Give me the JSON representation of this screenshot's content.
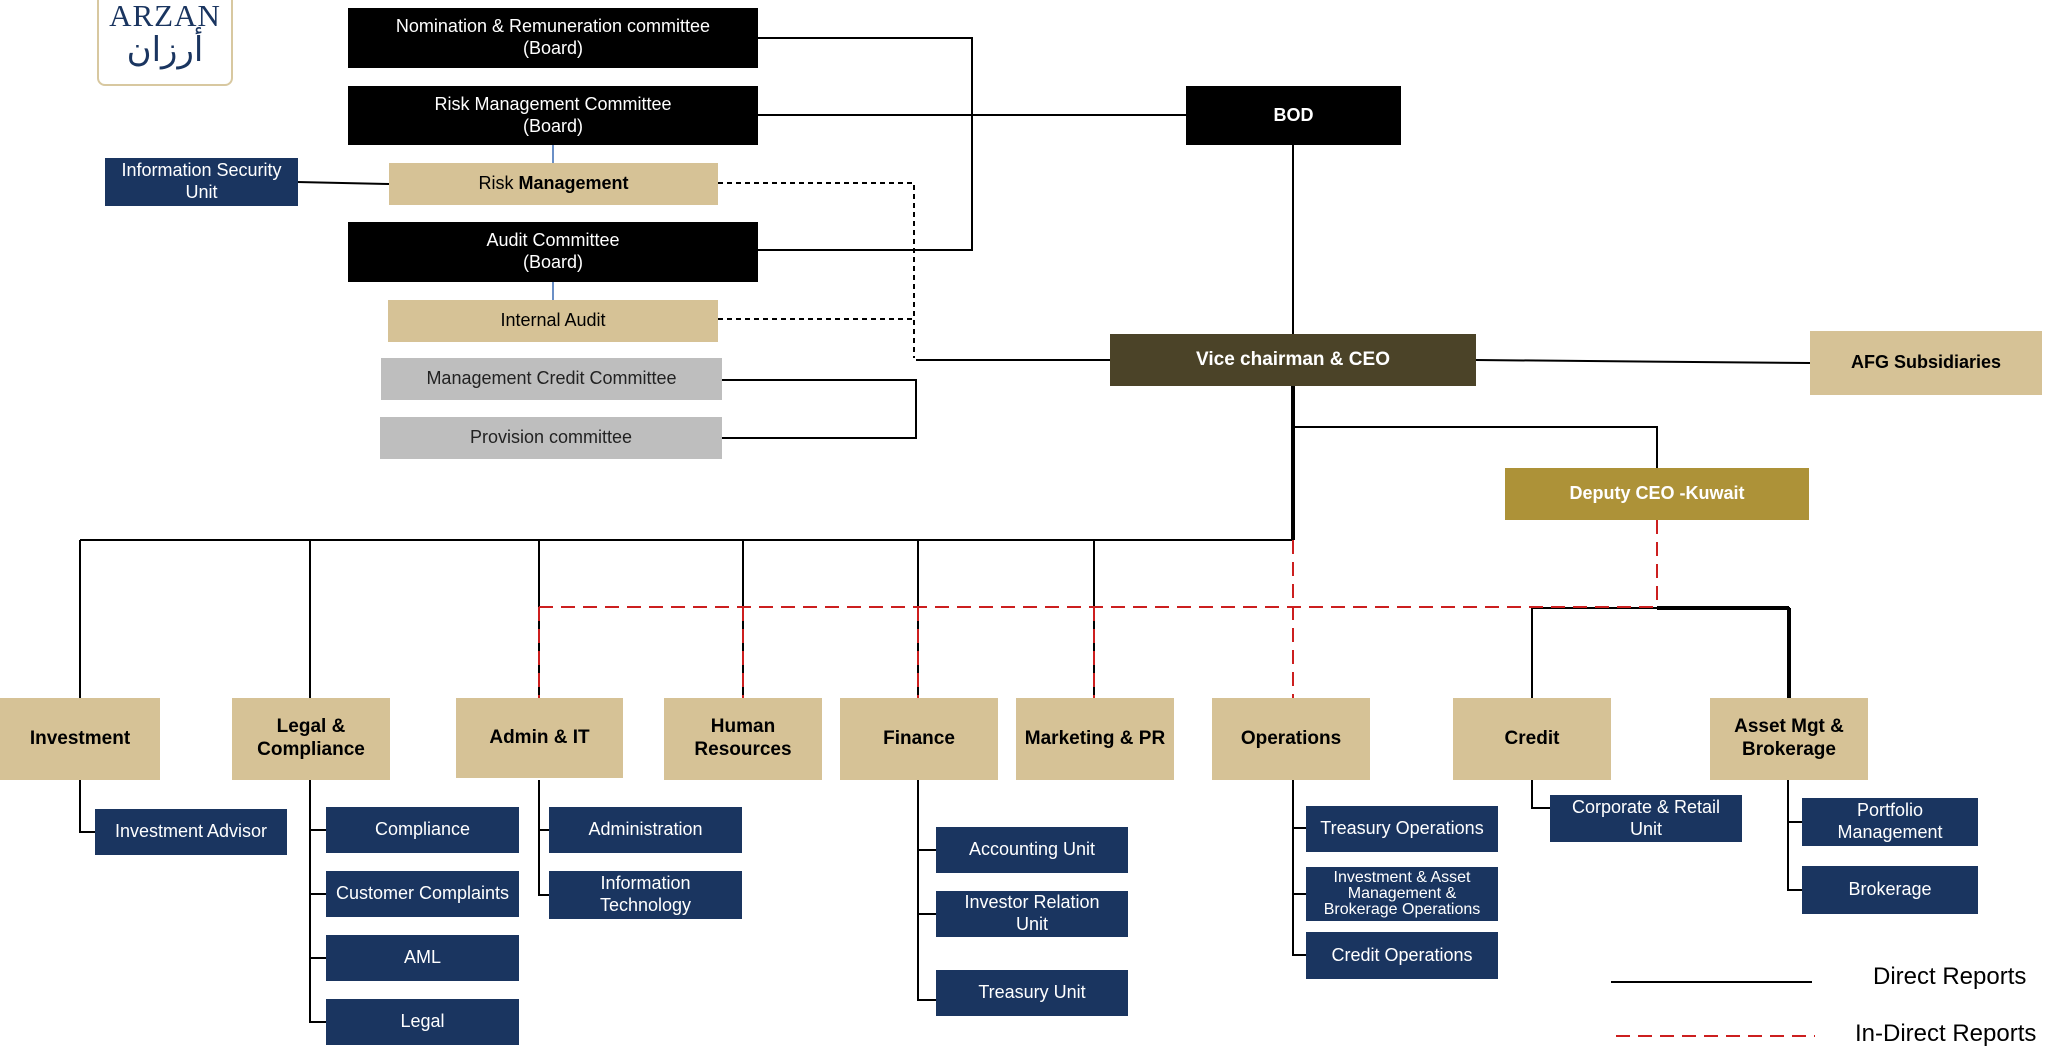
{
  "logo": {
    "text_en": "ARZAN",
    "text_ar": "أرزان"
  },
  "board": {
    "nomination": "Nomination & Remuneration committee\n(Board)",
    "risk_committee": "Risk Management Committee\n(Board)",
    "audit_committee": "Audit Committee\n(Board)",
    "bod": "BOD"
  },
  "functions": {
    "info_security": "Information Security\nUnit",
    "risk_management_prefix": "Risk ",
    "risk_management_bold": "Management",
    "internal_audit": "Internal Audit",
    "mgmt_credit_committee": "Management Credit Committee",
    "provision_committee": "Provision committee"
  },
  "executive": {
    "ceo": "Vice chairman & CEO",
    "afg": "AFG Subsidiaries",
    "deputy": "Deputy CEO -Kuwait"
  },
  "departments": [
    {
      "name": "Investment",
      "units": [
        "Investment Advisor"
      ]
    },
    {
      "name": "Legal &\nCompliance",
      "units": [
        "Compliance",
        "Customer Complaints",
        "AML",
        "Legal"
      ]
    },
    {
      "name": "Admin & IT",
      "units": [
        "Administration",
        "Information\nTechnology"
      ]
    },
    {
      "name": "Human\nResources",
      "units": []
    },
    {
      "name": "Finance",
      "units": [
        "Accounting Unit",
        "Investor Relation\nUnit",
        "Treasury Unit"
      ]
    },
    {
      "name": "Marketing & PR",
      "units": []
    },
    {
      "name": "Operations",
      "units": [
        "Treasury Operations",
        "Investment & Asset\nManagement &\nBrokerage Operations",
        "Credit Operations"
      ]
    },
    {
      "name": "Credit",
      "units": [
        "Corporate & Retail\nUnit"
      ]
    },
    {
      "name": "Asset Mgt &\nBrokerage",
      "units": [
        "Portfolio\nManagement",
        "Brokerage"
      ]
    }
  ],
  "legend": {
    "direct": "Direct Reports",
    "indirect": "In-Direct Reports"
  },
  "colors": {
    "board_black": "#000000",
    "tan": "#d6c296",
    "navy": "#1a3560",
    "grey": "#bebebe",
    "ceo": "#4b4328",
    "deputy": "#ad9238",
    "indirect_red": "#cc1f1f"
  }
}
